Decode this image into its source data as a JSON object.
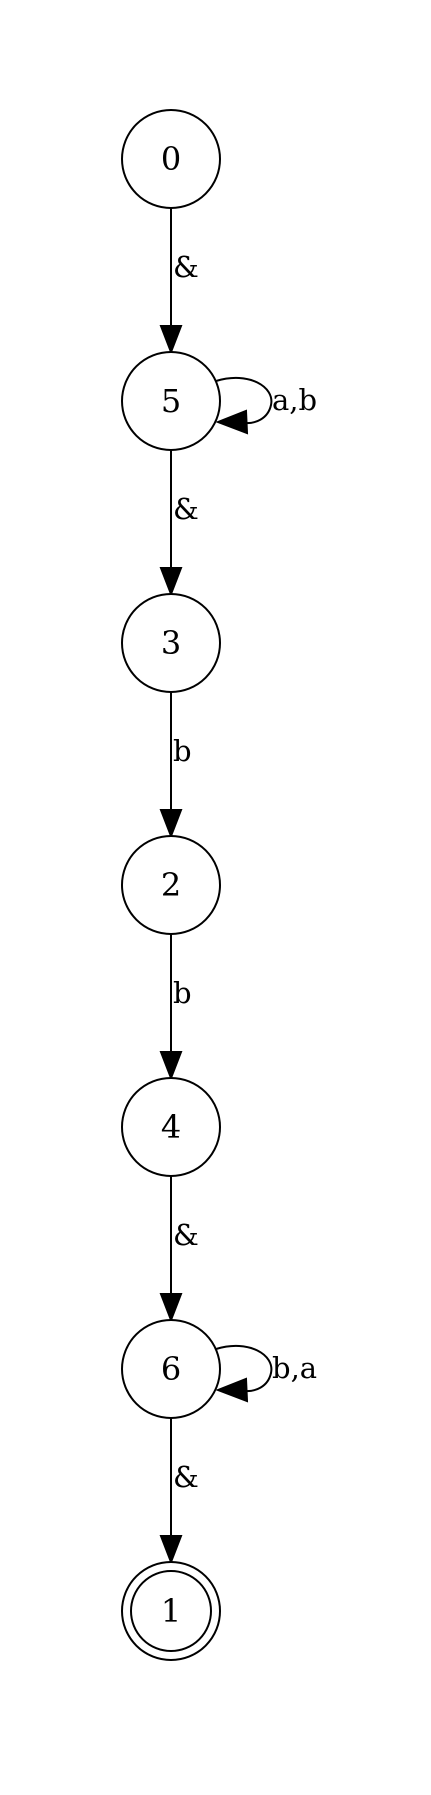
{
  "automaton": {
    "states": [
      {
        "id": "0",
        "label": "0",
        "accepting": false
      },
      {
        "id": "5",
        "label": "5",
        "accepting": false
      },
      {
        "id": "3",
        "label": "3",
        "accepting": false
      },
      {
        "id": "2",
        "label": "2",
        "accepting": false
      },
      {
        "id": "4",
        "label": "4",
        "accepting": false
      },
      {
        "id": "6",
        "label": "6",
        "accepting": false
      },
      {
        "id": "1",
        "label": "1",
        "accepting": true
      }
    ],
    "transitions": [
      {
        "from": "0",
        "to": "5",
        "label": "&"
      },
      {
        "from": "5",
        "to": "5",
        "label": "a,b"
      },
      {
        "from": "5",
        "to": "3",
        "label": "&"
      },
      {
        "from": "3",
        "to": "2",
        "label": "b"
      },
      {
        "from": "2",
        "to": "4",
        "label": "b"
      },
      {
        "from": "4",
        "to": "6",
        "label": "&"
      },
      {
        "from": "6",
        "to": "6",
        "label": "b,a"
      },
      {
        "from": "6",
        "to": "1",
        "label": "&"
      }
    ]
  }
}
